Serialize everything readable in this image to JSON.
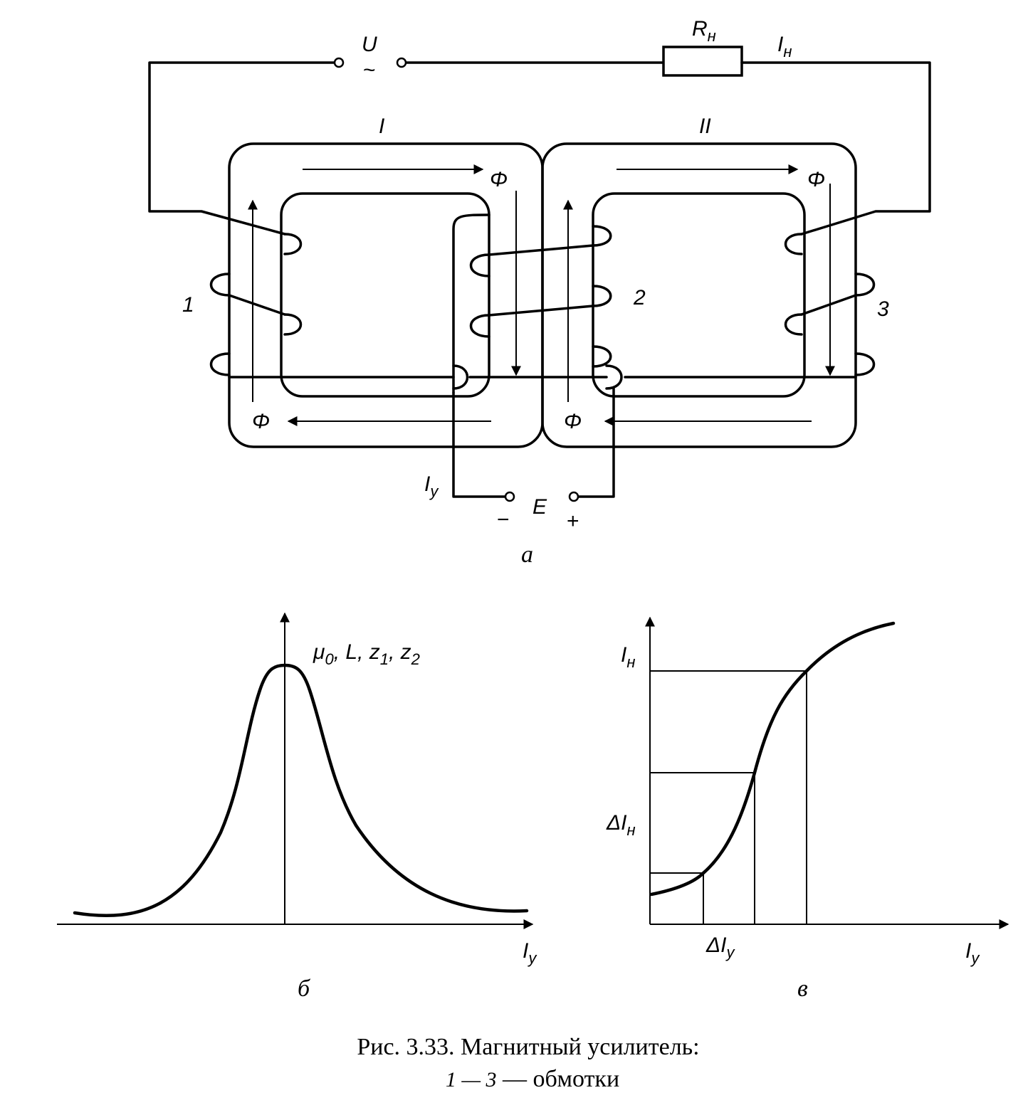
{
  "schematic": {
    "voltage_label": "U",
    "ac_symbol": "~",
    "load_resistor_label": "R",
    "load_resistor_sub": "н",
    "load_current_label": "I",
    "load_current_sub": "н",
    "core_left_label": "I",
    "core_right_label": "II",
    "flux_label": "Φ",
    "winding_1": "1",
    "winding_2": "2",
    "winding_3": "3",
    "control_current_label": "I",
    "control_current_sub": "у",
    "dc_source_label": "E",
    "minus_sign": "−",
    "plus_sign": "+",
    "panel_label": "а"
  },
  "graph_b": {
    "axis_label": "I",
    "axis_sub": "у",
    "param_mu": "μ",
    "param_mu_sub": "0",
    "param_rest_1": ", L, z",
    "param_z1_sub": "1",
    "param_rest_2": ", z",
    "param_z2_sub": "2",
    "panel_label": "б"
  },
  "graph_v": {
    "y_label": "I",
    "y_sub": "н",
    "delta_y_label": "ΔI",
    "delta_y_sub": "н",
    "delta_x_label": "ΔI",
    "delta_x_sub": "у",
    "x_label": "I",
    "x_sub": "у",
    "panel_label": "в"
  },
  "caption": {
    "line1": "Рис. 3.33. Магнитный усилитель:",
    "line2_italic": "1 — 3",
    "line2_rest": " — обмотки"
  }
}
